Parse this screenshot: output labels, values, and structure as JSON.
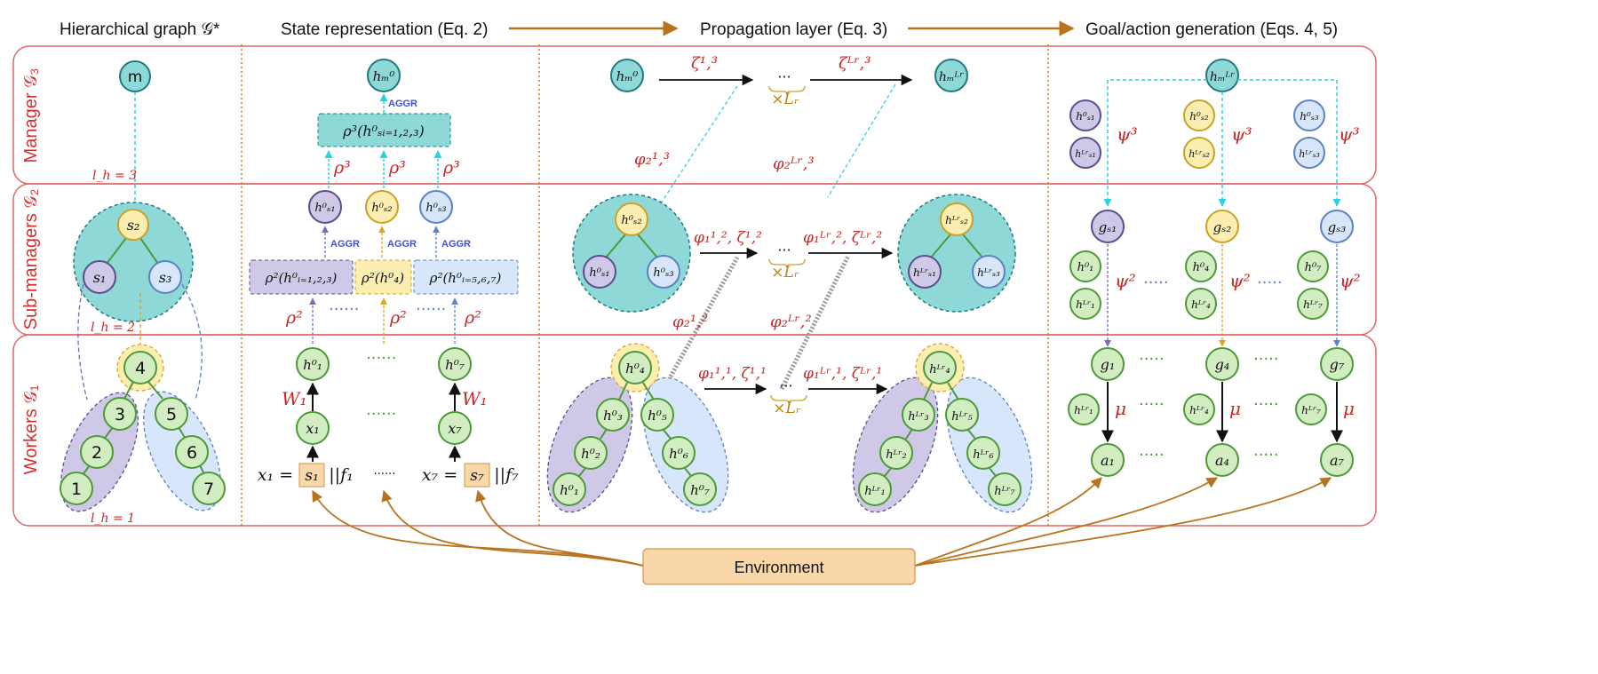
{
  "colors": {
    "teal": "#8fd8d8",
    "teal_stroke": "#1f7a80",
    "purple": "#cfc8e6",
    "purple_stroke": "#5a4e8c",
    "yellow": "#fbeeb0",
    "yellow_stroke": "#c9a227",
    "blue": "#d7e6fb",
    "blue_stroke": "#5b82c4",
    "green": "#d3edc2",
    "green_stroke": "#4e9a3a",
    "panel_stroke": "#e06666",
    "divider": "#b8860b",
    "arrow_orange": "#b8731f",
    "red_label": "#c62828",
    "env_fill": "#fad7a8",
    "env_stroke": "#d19445"
  },
  "headers": {
    "col1": "Hierarchical graph 𝒢*",
    "col2": "State representation (Eq. 2)",
    "col3": "Propagation layer (Eq. 3)",
    "col4": "Goal/action generation (Eqs. 4, 5)"
  },
  "levels": {
    "manager": "Manager 𝒢₃",
    "submanagers": "Sub-managers 𝒢₂",
    "workers": "Workers 𝒢₁"
  },
  "lh": {
    "l3": "l_h = 3",
    "l2": "l_h = 2",
    "l1": "l_h = 1"
  },
  "graph": {
    "m": "m",
    "s1": "s₁",
    "s2": "s₂",
    "s3": "s₃",
    "w1": "1",
    "w2": "2",
    "w3": "3",
    "w4": "4",
    "w5": "5",
    "w6": "6",
    "w7": "7"
  },
  "state": {
    "hm0": "hₘ⁰",
    "aggr": "AGGR",
    "rho3": "ρ³(h⁰ₛᵢ₌₁,₂,₃)",
    "rho3_label": "ρ³",
    "hs1_0": "h⁰ₛ₁",
    "hs2_0": "h⁰ₛ₂",
    "hs3_0": "h⁰ₛ₃",
    "rho2_a": "ρ²(h⁰ᵢ₌₁,₂,₃)",
    "rho2_b": "ρ²(h⁰₄)",
    "rho2_c": "ρ²(h⁰ᵢ₌₅,₆,₇)",
    "rho2_label": "ρ²",
    "h1_0": "h⁰₁",
    "h7_0": "h⁰₇",
    "w1": "W₁",
    "x1": "x₁",
    "x7": "x₇",
    "eq1_pre": "x₁ =",
    "eq1_s": "s₁",
    "eq1_post": "||f₁",
    "eq7_pre": "x₇ =",
    "eq7_s": "s₇",
    "eq7_post": "||f₇",
    "ellipsis": "······"
  },
  "prop": {
    "hm0": "hₘ⁰",
    "hmL": "hₘᴸʳ",
    "zeta13": "ζ¹,³",
    "zetaL3": "ζᴸʳ,³",
    "phi213": "φ₂¹,³",
    "phi2L3": "φ₂ᴸʳ,³",
    "phi12_zeta12": "φ₁¹,², ζ¹,²",
    "phi1L2_zetaL2": "φ₁ᴸʳ,², ζᴸʳ,²",
    "phi212": "φ₂¹,²",
    "phi2L2": "φ₂ᴸʳ,²",
    "phi11_zeta11": "φ₁¹,¹, ζ¹,¹",
    "phi1L1_zetaL1": "φ₁ᴸʳ,¹, ζᴸʳ,¹",
    "times_L": "×Lᵣ",
    "cdots": "···",
    "hs2_0": "h⁰ₛ₂",
    "hs1_0": "h⁰ₛ₁",
    "hs3_0": "h⁰ₛ₃",
    "hs2_L": "hᴸʳₛ₂",
    "hs1_L": "hᴸʳₛ₁",
    "hs3_L": "hᴸʳₛ₃",
    "h4_0": "h⁰₄",
    "h3_0": "h⁰₃",
    "h2_0": "h⁰₂",
    "h1_0": "h⁰₁",
    "h5_0": "h⁰₅",
    "h6_0": "h⁰₆",
    "h7_0": "h⁰₇",
    "h4_L": "hᴸʳ₄",
    "h3_L": "hᴸʳ₃",
    "h2_L": "hᴸʳ₂",
    "h1_L": "hᴸʳ₁",
    "h5_L": "hᴸʳ₅",
    "h6_L": "hᴸʳ₆",
    "h7_L": "hᴸʳ₇"
  },
  "goal": {
    "hmL": "hₘᴸʳ",
    "hs1_0": "h⁰ₛ₁",
    "hs1_L": "hᴸʳₛ₁",
    "hs2_0": "h⁰ₛ₂",
    "hs2_L": "hᴸʳₛ₂",
    "hs3_0": "h⁰ₛ₃",
    "hs3_L": "hᴸʳₛ₃",
    "psi3": "ψ³",
    "psi2": "ψ²",
    "mu": "μ",
    "gs1": "gₛ₁",
    "gs2": "gₛ₂",
    "gs3": "gₛ₃",
    "h1_0": "h⁰₁",
    "h1_L": "hᴸʳ₁",
    "h4_0": "h⁰₄",
    "h4_L": "hᴸʳ₄",
    "h7_0": "h⁰₇",
    "h7_L": "hᴸʳ₇",
    "g1": "g₁",
    "g4": "g₄",
    "g7": "g₇",
    "a1": "a₁",
    "a4": "a₄",
    "a7": "a₇",
    "dots": "·····"
  },
  "environment": "Environment"
}
